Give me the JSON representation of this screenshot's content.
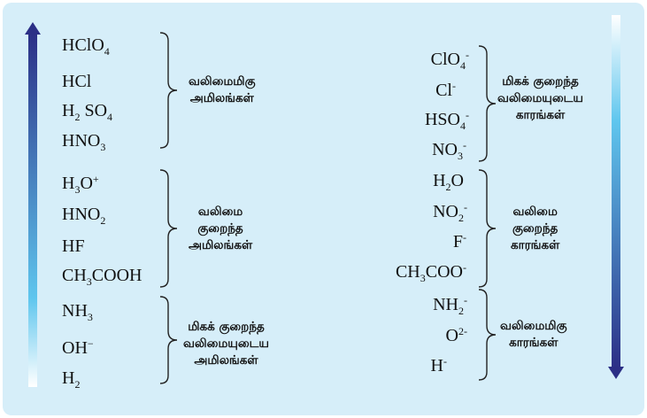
{
  "acids": [
    {
      "pre": "HClO",
      "sub": "4",
      "post": "",
      "sup": ""
    },
    {
      "pre": "HCl",
      "sub": "",
      "post": "",
      "sup": ""
    },
    {
      "pre": "H",
      "sub": "2",
      "post": " SO",
      "sub2": "4"
    },
    {
      "pre": "HNO",
      "sub": "3",
      "post": "",
      "sup": ""
    },
    {
      "pre": "H",
      "sub": "3",
      "post": "O",
      "sup": "+"
    },
    {
      "pre": "HNO",
      "sub": "2",
      "post": "",
      "sup": ""
    },
    {
      "pre": "HF",
      "sub": "",
      "post": "",
      "sup": ""
    },
    {
      "pre": "CH",
      "sub": "3",
      "post": "COOH",
      "sup": ""
    },
    {
      "pre": "NH",
      "sub": "3",
      "post": "",
      "sup": ""
    },
    {
      "pre": "OH",
      "sub": "",
      "post": "",
      "sup": "−"
    },
    {
      "pre": "H",
      "sub": "2",
      "post": "",
      "sup": ""
    }
  ],
  "bases": [
    {
      "pre": "ClO",
      "sub": "4",
      "sup": "-"
    },
    {
      "pre": "Cl",
      "sub": "",
      "sup": "-"
    },
    {
      "pre": "HSO",
      "sub": "4",
      "sup": "-"
    },
    {
      "pre": "NO",
      "sub": "3",
      "sup": "-"
    },
    {
      "pre": "H",
      "sub": "2",
      "post": "O"
    },
    {
      "pre": "NO",
      "sub": "2",
      "sup": "-"
    },
    {
      "pre": "F",
      "sub": "",
      "sup": "-"
    },
    {
      "pre": "CH",
      "sub": "3",
      "post": "COO",
      "sup": "-"
    },
    {
      "pre": "NH",
      "sub": "2",
      "sup": "-"
    },
    {
      "pre": "O",
      "sub": "",
      "sup": "2-"
    },
    {
      "pre": "H",
      "sub": "",
      "sup": "-"
    }
  ],
  "labels": {
    "strong_acids": [
      "வலிமைமிகு",
      "அமிலங்கள்"
    ],
    "weak_acids": [
      "வலிமை",
      "குறைந்த",
      "அமிலங்கள்"
    ],
    "very_weak_acids": [
      "மிகக் குறைந்த",
      "வலிமையுடைய",
      "அமிலங்கள்"
    ],
    "very_weak_bases": [
      "மிகக் குறைந்த",
      "வலிமையுடைய",
      "காரங்கள்"
    ],
    "weak_bases": [
      "வலிமை",
      "குறைந்த",
      "காரங்கள்"
    ],
    "strong_bases": [
      "வலிமைமிகு",
      "காரங்கள்"
    ]
  },
  "colors": {
    "background": "#d6eef9",
    "arrow_dark": "#2b2f86",
    "arrow_light": "#5fc6ee"
  }
}
